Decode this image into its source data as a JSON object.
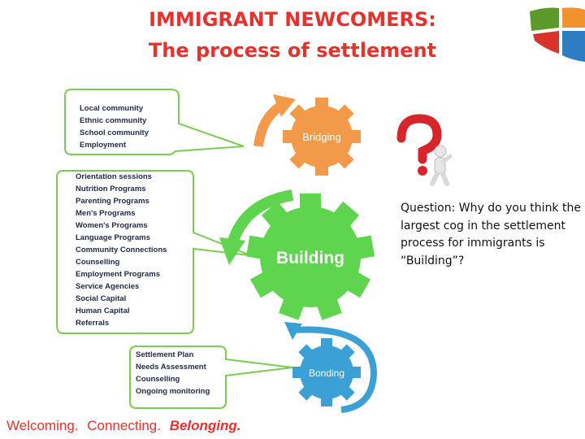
{
  "title": {
    "line1": "IMMIGRANT NEWCOMERS:",
    "line2": "The process of settlement"
  },
  "cogs": {
    "bridging": "Bridging",
    "building": "Building",
    "bonding": "Bonding"
  },
  "bubbles": {
    "bridging_items": [
      "Local community",
      "Ethnic community",
      "School community",
      "Employment"
    ],
    "building_items": [
      "Orientation sessions",
      "Nutrition Programs",
      "Parenting Programs",
      "Men's Programs",
      "Women's Programs",
      "Language Programs",
      "Community Connections",
      "Counselling",
      "Employment Programs",
      "Service Agencies",
      "Social Capital",
      "Human Capital",
      "Referrals"
    ],
    "bonding_items": [
      "Settlement Plan",
      "Needs Assessment",
      "Counselling",
      "Ongoing monitoring"
    ]
  },
  "question": "Question: Why do you think the largest cog in the settlement process for immigrants is “Building”?",
  "footer": {
    "w1": "Welcoming.",
    "w2": "Connecting.",
    "w3": "Belonging."
  },
  "colors": {
    "title": "#e8302c",
    "bridging": "#f29a4a",
    "building": "#5fd44f",
    "bonding": "#3aa0d6",
    "bubble_border": "#7ccb52",
    "logo_green": "#5a9a2a",
    "logo_orange": "#f2922e",
    "logo_red": "#d9342b",
    "logo_blue": "#2e7cc2"
  },
  "icons": [
    "question-mark-person-icon",
    "logo-icon"
  ]
}
